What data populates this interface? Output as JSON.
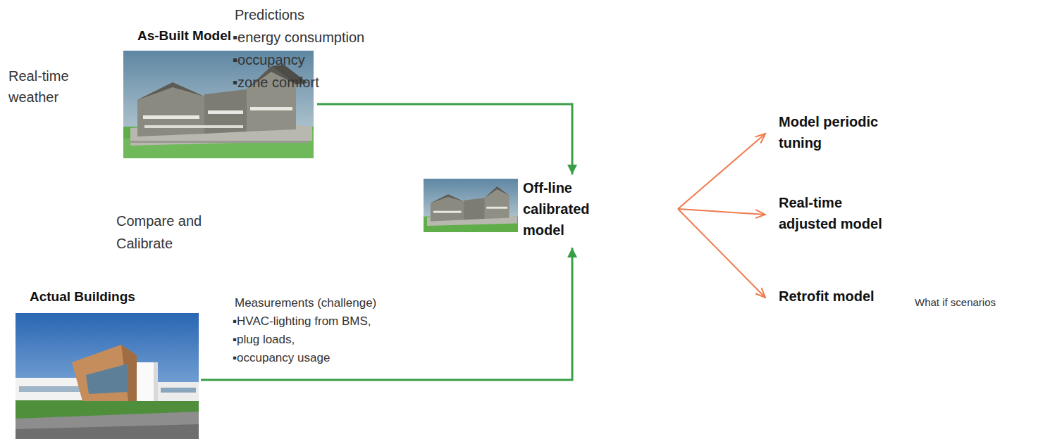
{
  "diagram": {
    "nodes": [
      {
        "text": [
          "As-Built Model"
        ]
      },
      {
        "text": [
          "Actual Buildings"
        ]
      },
      {
        "text": [
          "Off-line calibrated model"
        ]
      },
      {
        "text": [
          "Model periodic tuning"
        ]
      },
      {
        "text": [
          "Real-time adjusted model"
        ]
      },
      {
        "text": [
          "Retrofit model"
        ]
      }
    ],
    "edges": [
      {
        "from": 0,
        "to": 2,
        "arrow": "to"
      },
      {
        "from": 1,
        "to": 2,
        "arrow": "to"
      },
      {
        "from": 2,
        "to": 3,
        "arrow": "to"
      },
      {
        "from": 2,
        "to": 4,
        "arrow": "to"
      },
      {
        "from": 2,
        "to": 5,
        "arrow": "to"
      }
    ],
    "labels": [
      "Real-time weather",
      "Predictions",
      "▪energy consumption",
      "▪occupancy",
      "▪zone comfort",
      "Compare and Calibrate",
      "Measurements (challenge)",
      "▪HVAC-lighting from BMS,",
      "▪plug loads,",
      "▪occupancy usage",
      "What if scenarios"
    ]
  }
}
